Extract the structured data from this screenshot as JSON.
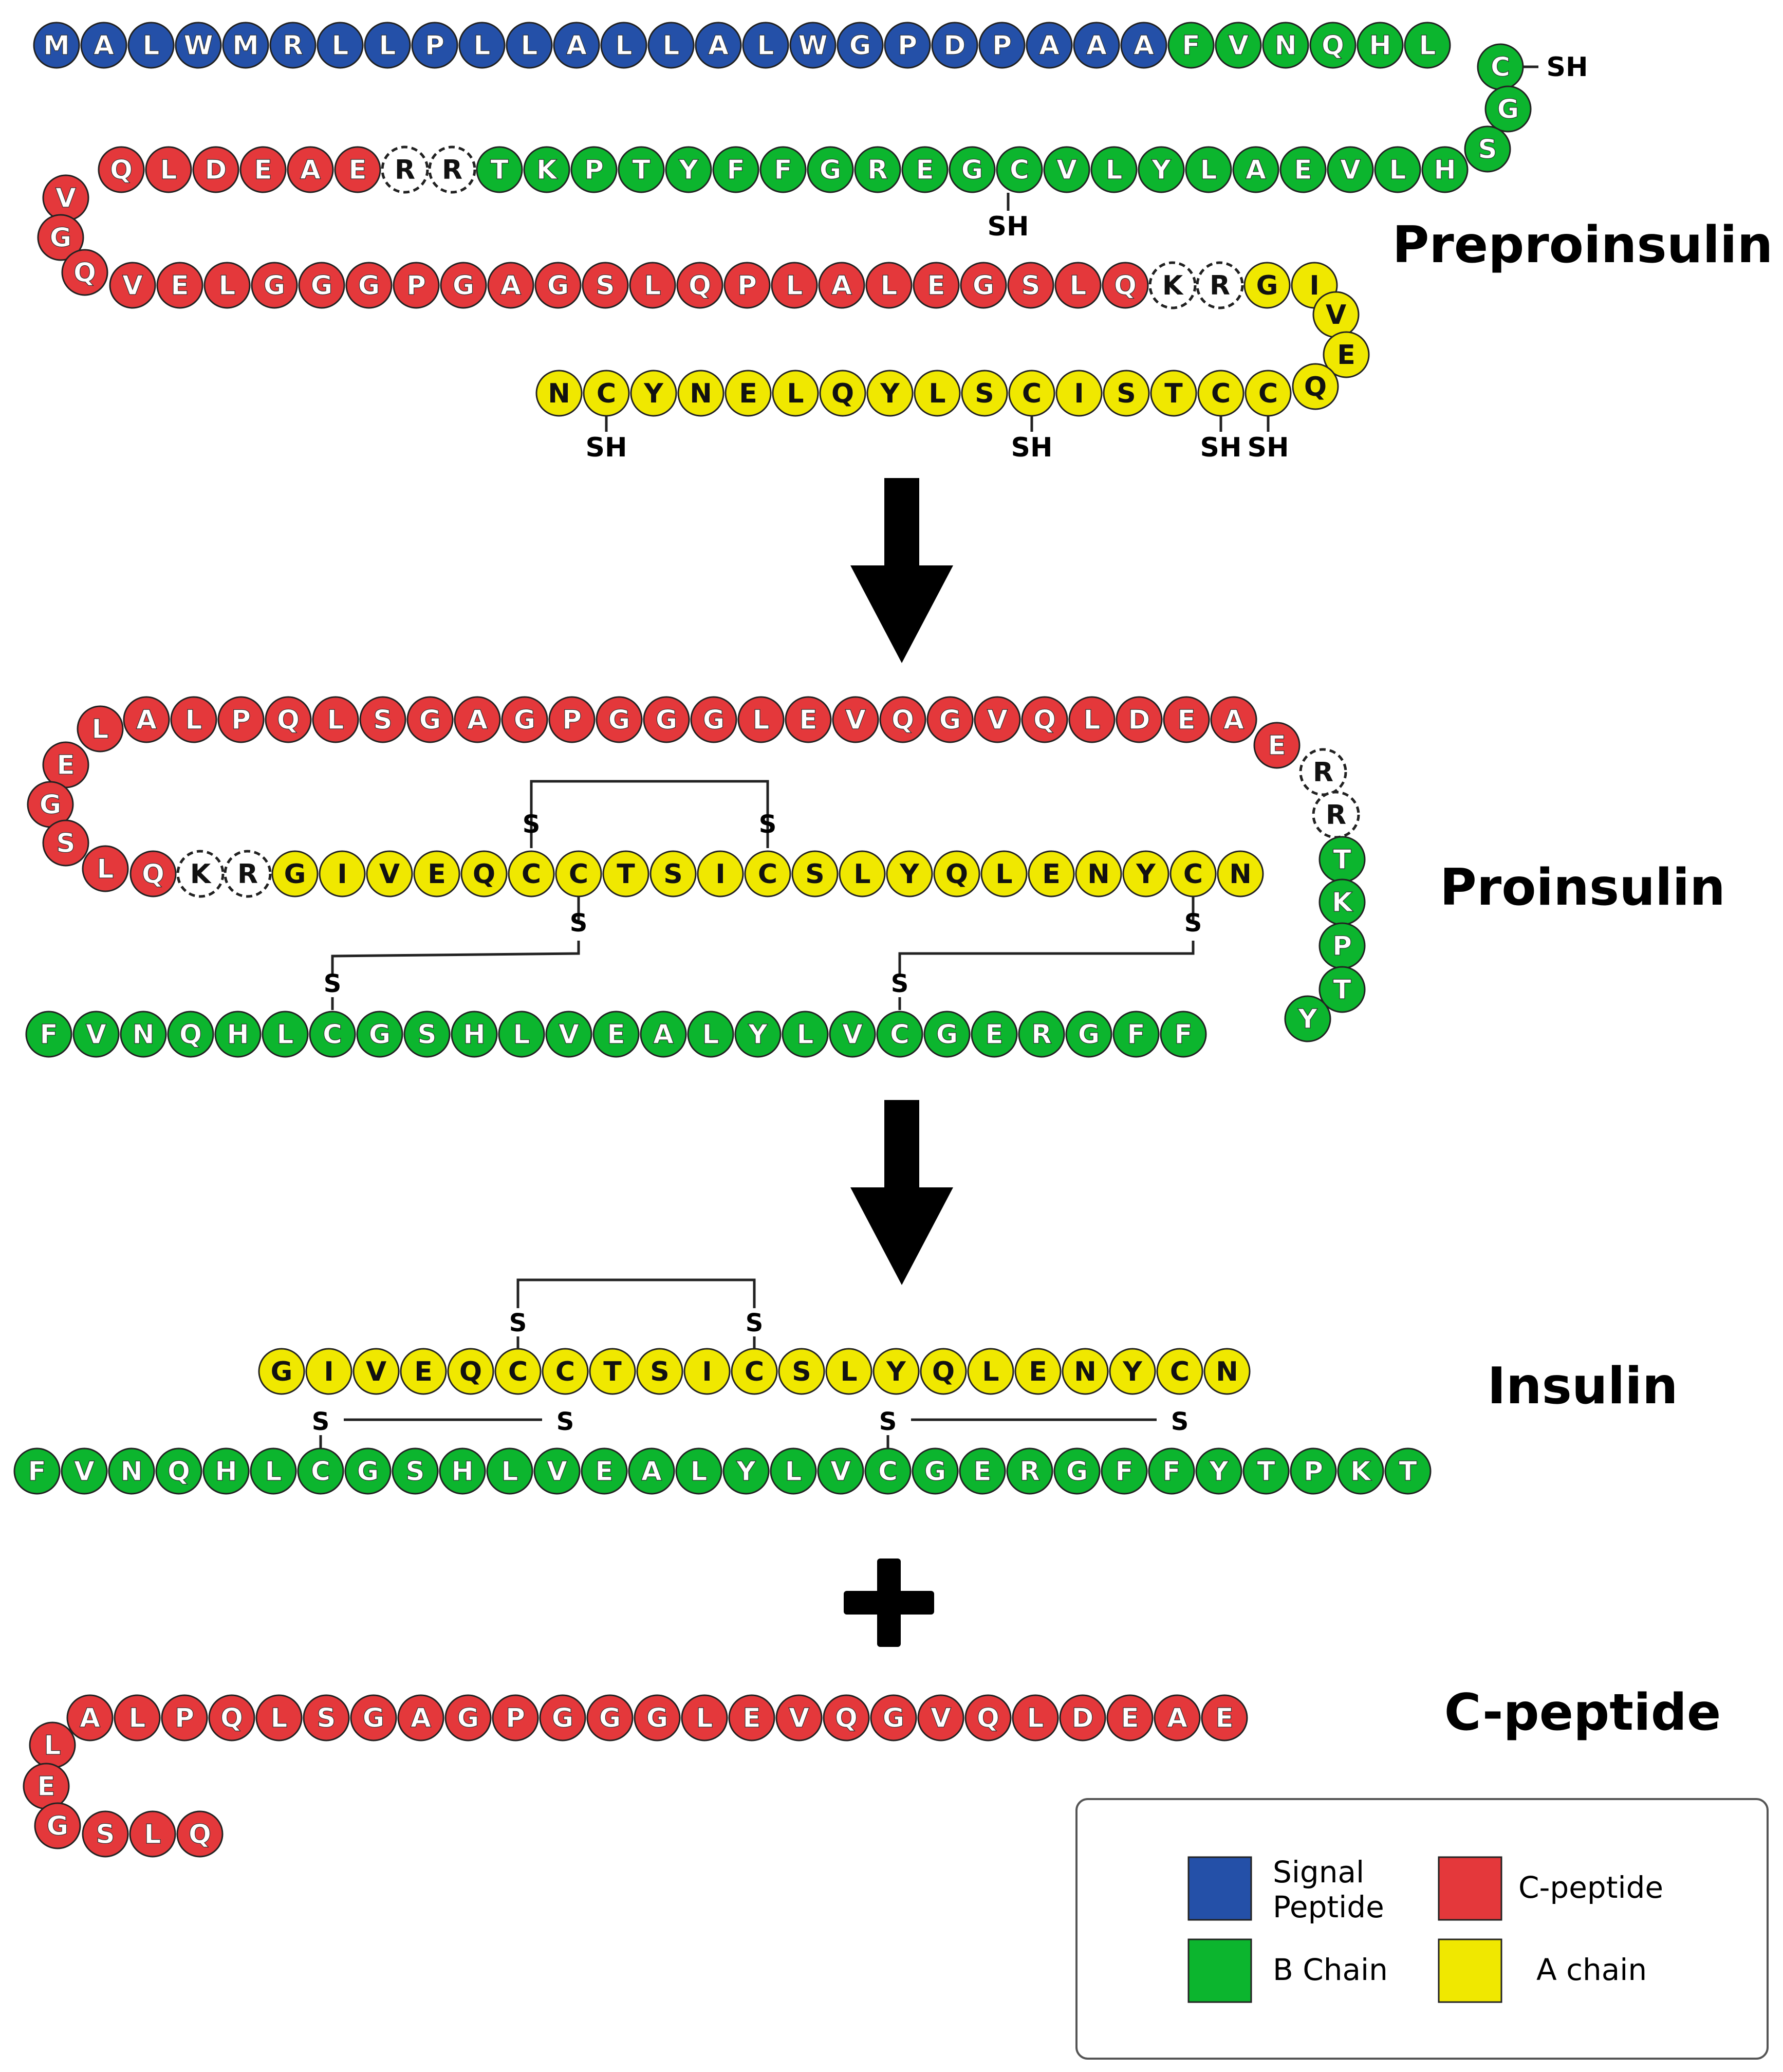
{
  "colors": {
    "signal": "#2450a8",
    "b_chain": "#0cb52e",
    "c_peptide": "#e4383b",
    "a_chain": "#f0e800",
    "cleaved": "#ffffff",
    "outline": "#222222",
    "arrow": "#000000"
  },
  "titles": {
    "preproinsulin": "Preproinsulin",
    "proinsulin": "Proinsulin",
    "insulin": "Insulin",
    "cpeptide": "C-peptide"
  },
  "labels": {
    "sh": "SH",
    "s": "S",
    "plus": "+"
  },
  "legend": {
    "items": [
      {
        "key": "signal",
        "line1": "Signal",
        "line2": "Peptide"
      },
      {
        "key": "c_peptide",
        "line1": "C-peptide",
        "line2": ""
      },
      {
        "key": "b_chain",
        "line1": "B Chain",
        "line2": ""
      },
      {
        "key": "a_chain",
        "line1": "A chain",
        "line2": ""
      }
    ]
  },
  "sequences": {
    "signal": "MALWMRLLPLLALLALWGPDPAAA",
    "b_chain": "FVNQHLCGSHLVEALYLVCGERGFFYTPKT",
    "cleavage_1": "RR",
    "c_peptide": "EAEDLQVGQVELGGGPGAGSLQPLALEGSLQ",
    "cleavage_2": "KR",
    "a_chain": "GIVEQCCTSICSLYQLENYCN"
  },
  "arrows": {
    "count": 2
  }
}
